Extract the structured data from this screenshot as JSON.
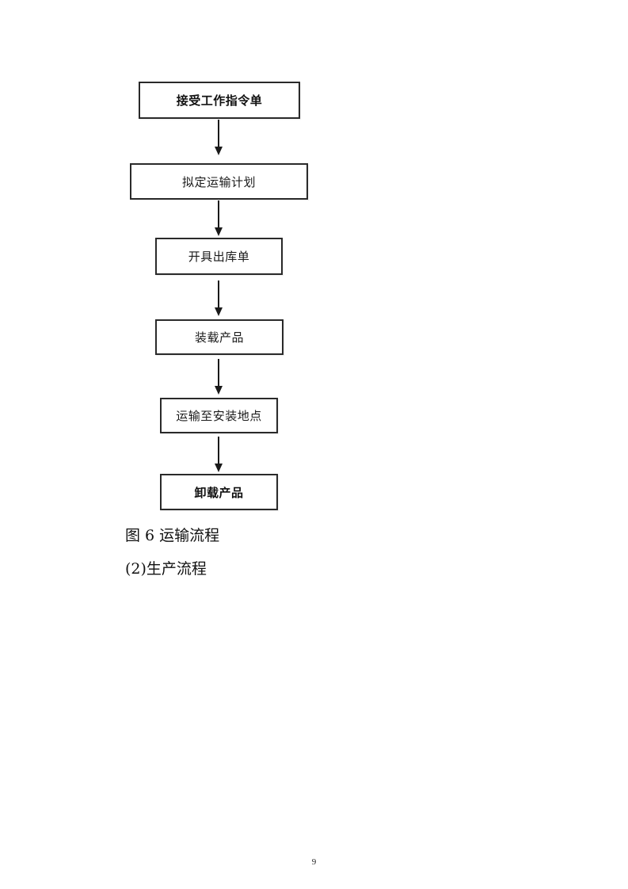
{
  "flowchart": {
    "steps": [
      {
        "label": "接受工作指令单",
        "bold": true
      },
      {
        "label": "拟定运输计划",
        "bold": false
      },
      {
        "label": "开具出库单",
        "bold": false
      },
      {
        "label": "装载产品",
        "bold": false
      },
      {
        "label": "运输至安装地点",
        "bold": false
      },
      {
        "label": "卸载产品",
        "bold": true
      }
    ],
    "arrow_count": 5
  },
  "figure_caption": "图 6 运输流程",
  "section_heading": "(2)生产流程",
  "page_number": "9",
  "colors": {
    "border": "#2a2a2a",
    "text": "#111111",
    "background": "#ffffff"
  }
}
